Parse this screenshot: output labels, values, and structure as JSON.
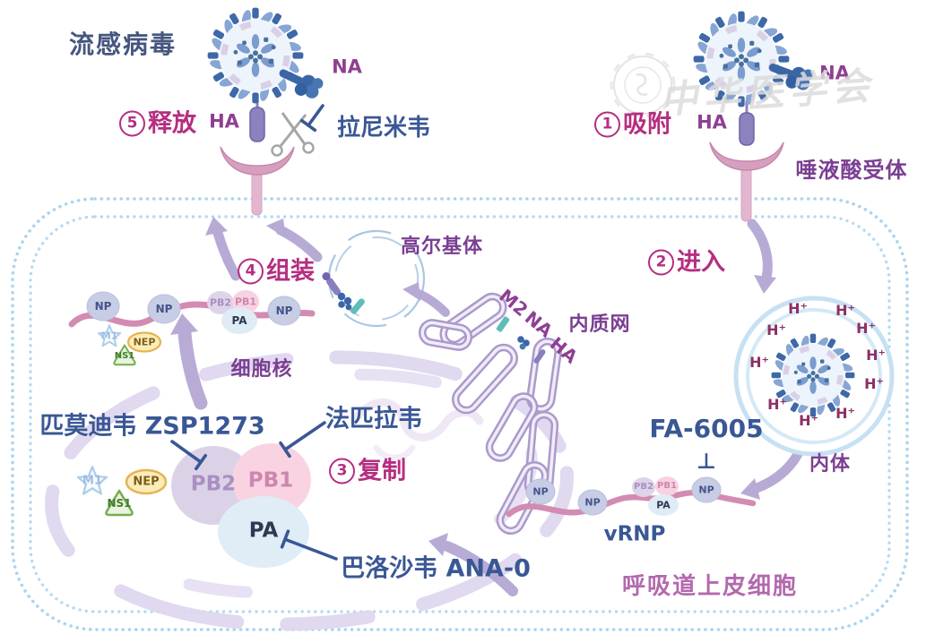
{
  "colors": {
    "step_label": "#b52e80",
    "drug_label": "#3a5795",
    "organelle_label": "#7b3f92",
    "protein_label": "#8e3f93",
    "cell_label": "#b369ae",
    "h_ion_label": "#8d2f66",
    "membrane_dots": "#abd4ee",
    "virus_title": "#46567e"
  },
  "title": {
    "virus": "流感病毒"
  },
  "steps": [
    {
      "num": "1",
      "label": "吸附"
    },
    {
      "num": "2",
      "label": "进入"
    },
    {
      "num": "3",
      "label": "复制"
    },
    {
      "num": "4",
      "label": "组装"
    },
    {
      "num": "5",
      "label": "释放"
    }
  ],
  "drugs": {
    "laninamivir": "拉尼米韦",
    "pimodivir": "匹莫迪韦 ZSP1273",
    "favipiravir": "法匹拉韦",
    "baloxavir": "巴洛沙韦 ANA-0",
    "fa6005": "FA-6005",
    "inhibit": "⊥"
  },
  "proteins": {
    "ha": "HA",
    "na": "NA",
    "m2": "M2",
    "np": "NP",
    "pb2": "PB2",
    "pb1": "PB1",
    "pa": "PA",
    "m1": "M1",
    "nep": "NEP",
    "ns1": "NS1",
    "vrnp": "vRNP",
    "h_ion": "H⁺"
  },
  "organelles": {
    "sialic_receptor": "唾液酸受体",
    "endosome": "内体",
    "golgi": "高尔基体",
    "er": "内质网",
    "nucleus": "细胞核",
    "cell": "呼吸道上皮细胞"
  },
  "watermark": {
    "text": "中华医学会"
  }
}
